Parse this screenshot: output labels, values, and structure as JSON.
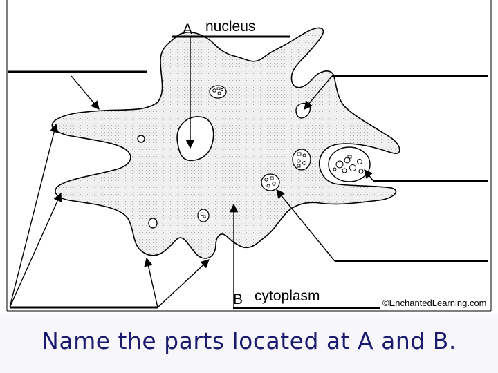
{
  "diagram": {
    "label_a_letter": "A",
    "label_a_text": "nucleus",
    "label_b_letter": "B",
    "label_b_text": "cytoplasm",
    "copyright": "©EnchantedLearning.com"
  },
  "caption": "Name the parts located at A and B.",
  "colors": {
    "page_background": "#f7f7fb",
    "diagram_background": "#ffffff",
    "cell_fill": "#eeeeee",
    "outline": "#000000",
    "caption_text": "#1a1a6e"
  },
  "icons": [
    "amoeba-cell-illustration",
    "nucleus-icon",
    "food-vacuole-icon",
    "contractile-vacuole-icon",
    "pseudopod-icon"
  ]
}
